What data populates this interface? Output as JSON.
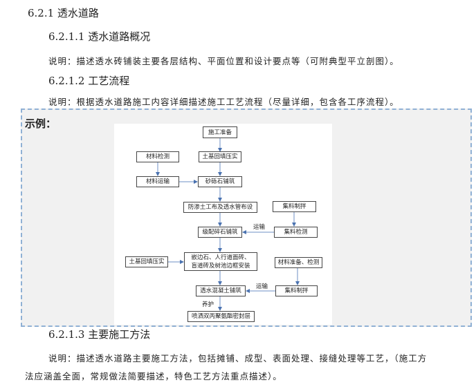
{
  "headings": {
    "h3": "6.2.1  透水道路",
    "h4_1": "6.2.1.1 透水道路概况",
    "h4_2": "6.2.1.2 工艺流程",
    "h4_3": "6.2.1.3 主要施工方法"
  },
  "paragraphs": {
    "p1": "说明：描述透水砖铺装主要各层结构、平面位置和设计要点等（可附典型平立剖图）。",
    "p2": "说明：根据透水道路施工内容详细描述施工工艺流程（尽量详细，包含各工序流程）。",
    "p3a": "说明：描述透水道路主要施工方法，包括摊铺、成型、表面处理、接缝处理等工艺，（施工方",
    "p3b": "法应涵盖全面，常规做法简要描述，特色工艺方法重点描述）。"
  },
  "example_label": "示例：",
  "flowchart": {
    "boxes": [
      "施工准备",
      "土基回填压实",
      "材料检测",
      "材料运输",
      "砂砾石铺筑",
      "防渗土工布及透水管布设",
      "集料制拌",
      "级配碎石铺筑",
      "集料检测",
      "嵌边石、人行道面砖、盲道砖及树池边框安装",
      "土基回填压实",
      "材料准备、检测",
      "透水混凝土铺筑",
      "集料制拌",
      "喷洒双丙聚氨酯密封层"
    ],
    "labels": [
      "运输",
      "运输",
      "养护"
    ]
  }
}
